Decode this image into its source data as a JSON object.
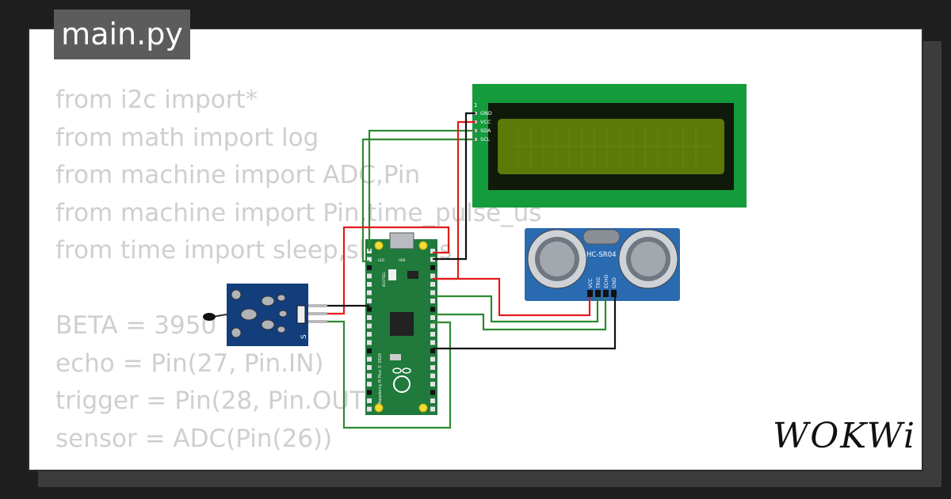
{
  "file_tab": {
    "label": "main.py"
  },
  "code_lines": [
    "from i2c import*",
    "from math import log",
    "from machine import ADC,Pin",
    "from machine import Pin,time_pulse_us",
    "from time import sleep,sleep_us",
    "",
    "BETA = 3950",
    "echo = Pin(27, Pin.IN)",
    "trigger = Pin(28, Pin.OUT)",
    "sensor = ADC(Pin(26))"
  ],
  "lcd": {
    "row_label": "1",
    "pins": [
      "GND",
      "VCC",
      "SDA",
      "SCL"
    ]
  },
  "pico": {
    "labels": {
      "top_left": "LED",
      "top_right": "USB",
      "bootsel": "BOOTSEL",
      "side": "Raspberry Pi Pico © 2020"
    }
  },
  "ultrasonic": {
    "model": "HC-SR04",
    "pins": [
      "VCC",
      "TRIG",
      "ECHO",
      "GND"
    ]
  },
  "ntc": {
    "pin_label": "S"
  },
  "brand": {
    "logo": "WOKWi"
  },
  "colors": {
    "background": "#1e1e1e",
    "card": "#ffffff",
    "pico_green": "#1f7a3c",
    "lcd_board": "#149b3c",
    "lcd_screen": "#5d7a08",
    "hcsr04_board": "#2a6ab0",
    "ntc_board": "#123e7c",
    "wire_red": "#e21b1b",
    "wire_green": "#2d8a30",
    "wire_black": "#111111"
  }
}
